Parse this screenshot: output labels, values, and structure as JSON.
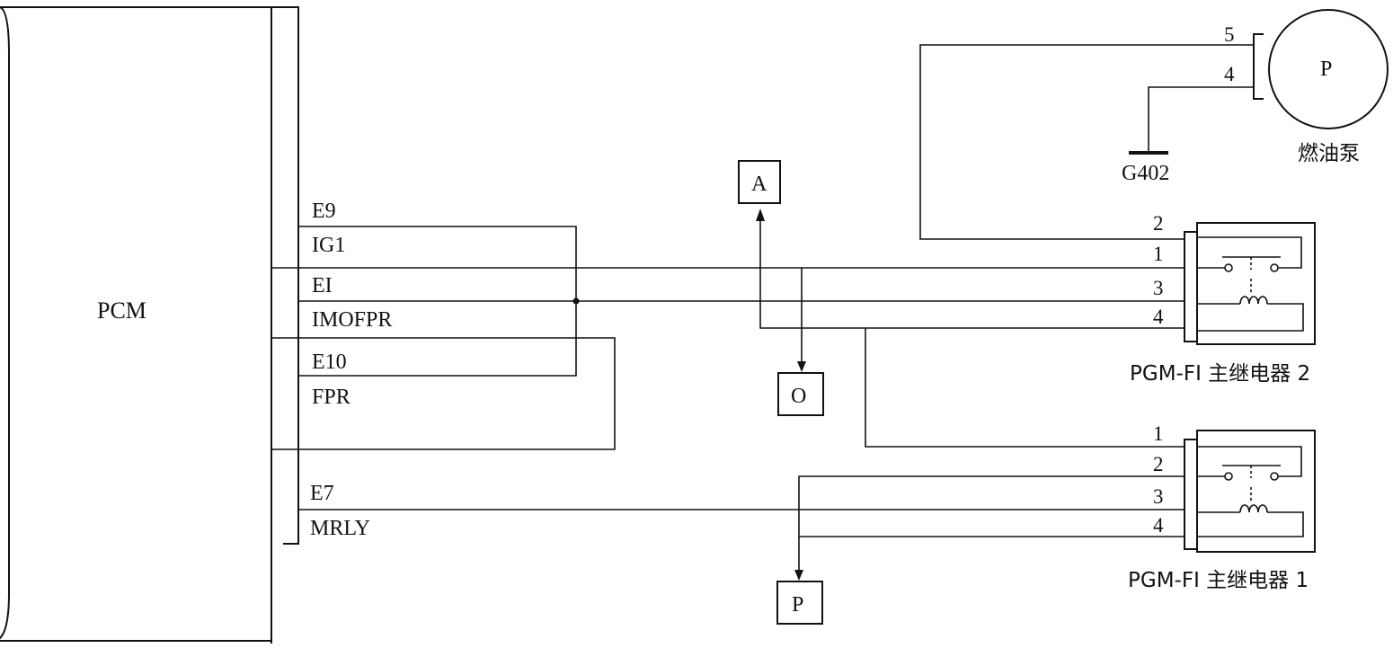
{
  "pcm": {
    "label": "PCM",
    "pins": [
      {
        "pin": "E9",
        "signal": "IG1"
      },
      {
        "pin": "EI",
        "signal": "IMOFPR"
      },
      {
        "pin": "E10",
        "signal": "FPR"
      },
      {
        "pin": "E7",
        "signal": "MRLY"
      }
    ]
  },
  "connectors": {
    "a": "A",
    "o": "O",
    "p": "P"
  },
  "fuel_pump": {
    "symbol": "P",
    "label": "燃油泵",
    "pins": [
      "5",
      "4"
    ],
    "ground": "G402"
  },
  "relay2": {
    "label": "PGM-FI 主继电器 2",
    "pins": [
      "2",
      "1",
      "3",
      "4"
    ]
  },
  "relay1": {
    "label": "PGM-FI 主继电器 1",
    "pins": [
      "1",
      "2",
      "3",
      "4"
    ]
  }
}
